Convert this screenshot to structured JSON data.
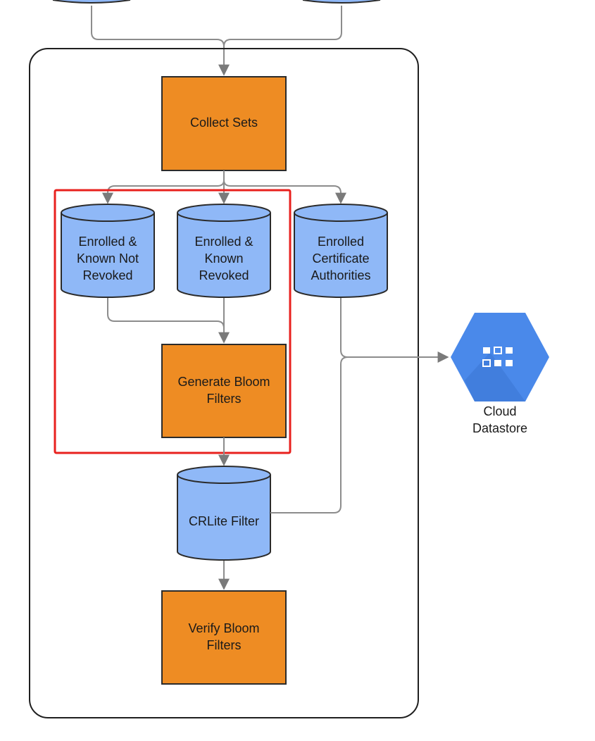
{
  "nodes": {
    "collect_sets": [
      "Collect Sets"
    ],
    "enrolled_not_revoked": [
      "Enrolled &",
      "Known Not",
      "Revoked"
    ],
    "enrolled_revoked": [
      "Enrolled &",
      "Known",
      "Revoked"
    ],
    "enrolled_cas": [
      "Enrolled",
      "Certificate",
      "Authorities"
    ],
    "generate_bloom": [
      "Generate Bloom",
      "Filters"
    ],
    "crlite_filter": [
      "CRLite Filter"
    ],
    "verify_bloom": [
      "Verify Bloom",
      "Filters"
    ],
    "cloud_datastore": [
      "Cloud",
      "Datastore"
    ]
  },
  "colors": {
    "process_fill": "#ee8c23",
    "storage_fill": "#8fb8f7",
    "highlight": "#e8211e",
    "cloud_icon": "#4a89ea"
  },
  "icons": {
    "cloud_datastore": "datastore-icon"
  }
}
